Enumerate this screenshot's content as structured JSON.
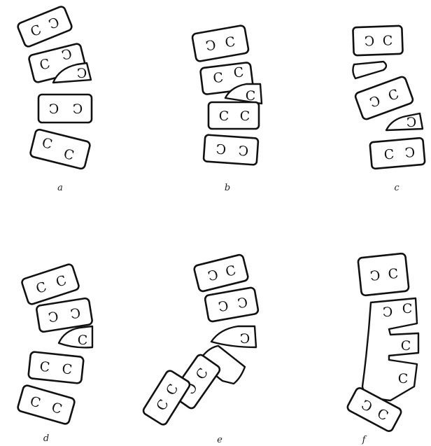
{
  "figure": {
    "panels": [
      {
        "id": "a",
        "label": "a",
        "blocks": [
          [
            "C",
            "Ↄ"
          ],
          [
            "C",
            "Ↄ"
          ],
          [
            "Ↄ"
          ],
          [
            "Ↄ",
            "Ↄ"
          ],
          [
            "C",
            "C"
          ]
        ]
      },
      {
        "id": "b",
        "label": "b",
        "blocks": [
          [
            "Ↄ",
            "C"
          ],
          [
            "C",
            "C"
          ],
          [
            "C"
          ],
          [
            "C",
            "C"
          ],
          [
            "Ↄ",
            "Ↄ"
          ]
        ]
      },
      {
        "id": "c",
        "label": "c",
        "blocks": [
          [
            "Ↄ",
            "C"
          ],
          [],
          [
            "Ↄ",
            "C"
          ],
          [
            "Ↄ"
          ],
          [
            "C",
            "Ↄ"
          ]
        ]
      },
      {
        "id": "d",
        "label": "d",
        "blocks": [
          [
            "C",
            "C"
          ],
          [
            "Ↄ",
            "Ↄ"
          ],
          [
            "C"
          ],
          [
            "C",
            "C"
          ],
          [
            "C",
            "C"
          ]
        ]
      },
      {
        "id": "e",
        "label": "e",
        "blocks": [
          [
            "Ↄ",
            "C"
          ],
          [
            "Ↄ",
            "Ↄ"
          ],
          [
            "Ↄ"
          ],
          [],
          [
            "Ↄ",
            "C"
          ],
          [
            "C",
            "C"
          ]
        ]
      },
      {
        "id": "f",
        "label": "f",
        "blocks": [
          [
            "Ↄ",
            "C"
          ],
          [
            "Ↄ",
            "C",
            "C",
            "C"
          ],
          [
            "Ↄ",
            "C"
          ]
        ]
      }
    ]
  }
}
